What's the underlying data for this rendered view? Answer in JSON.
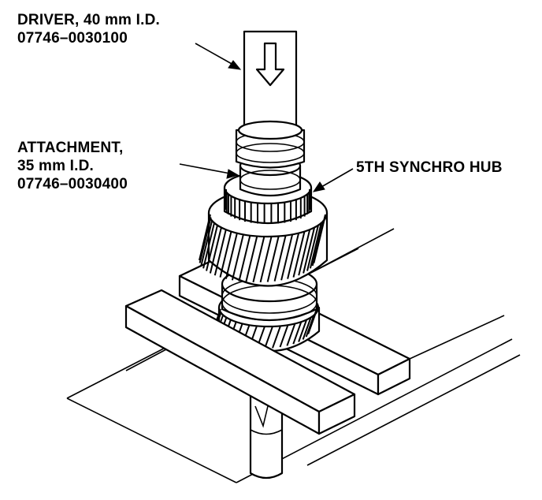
{
  "labels": {
    "driver_line1": "DRIVER, 40 mm I.D.",
    "driver_line2": "07746–0030100",
    "attachment_line1": "ATTACHMENT,",
    "attachment_line2": "35 mm I.D.",
    "attachment_line3": "07746–0030400",
    "hub": "5TH SYNCHRO HUB"
  },
  "colors": {
    "ink": "#000000",
    "paper": "#ffffff"
  }
}
